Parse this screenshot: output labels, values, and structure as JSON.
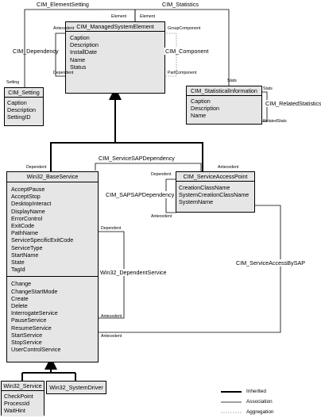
{
  "classes": {
    "managed": {
      "name": "CIM_ManagedSystemElement",
      "props": [
        "Caption",
        "Description",
        "InstallDate",
        "Name",
        "Status"
      ]
    },
    "setting": {
      "name": "CIM_Setting",
      "props": [
        "Caption",
        "Description",
        "SettingID"
      ]
    },
    "statinfo": {
      "name": "CIM_StatisticalInformation",
      "props": [
        "Caption",
        "Description",
        "Name"
      ]
    },
    "base": {
      "name": "Win32_BaseService",
      "props": [
        "AcceptPause",
        "AcceptStop",
        "DesktopInteract",
        "DisplayName",
        "ErrorControl",
        "ExitCode",
        "PathName",
        "ServiceSpecificExitCode",
        "ServiceType",
        "StartName",
        "State",
        "TagId"
      ],
      "methods": [
        "Change",
        "ChangeStartMode",
        "Create",
        "Delete",
        "InterrogateService",
        "PauseService",
        "ResumeService",
        "StartService",
        "StopService",
        "UserControlService"
      ]
    },
    "sap": {
      "name": "CIM_ServiceAccessPoint",
      "props": [
        "CreationClassName",
        "SystemCreationClassName",
        "SystemName"
      ]
    },
    "service": {
      "name": "Win32_Service",
      "props": [
        "CheckPoint",
        "ProcessId",
        "WaitHint"
      ]
    },
    "driver": {
      "name": "Win32_SystemDriver"
    }
  },
  "relations": {
    "element_setting": "CIM_ElementSetting",
    "statistics": "CIM_Statistics",
    "dependency": "CIM_Dependency",
    "component": "CIM_Component",
    "related_statistics": "CIM_RelatedStatistics",
    "service_sap_dependency": "CIM_ServiceSAPDependency",
    "sap_sap_dependency": "CIM_SAPSAPDependency",
    "dependent_service": "Win32_DependentService",
    "service_access_by_sap": "CIM_ServiceAccessBySAP"
  },
  "roles": {
    "element": "Element",
    "setting": "Setting",
    "antecedent": "Antecedent",
    "dependent": "Dependent",
    "group_component": "GroupComponent",
    "part_component": "PartComponent",
    "stats": "Stats",
    "related_stats": "RelatedStats"
  },
  "legend": {
    "inherited": "Inherited",
    "association": "Association",
    "aggregation": "Aggregation"
  }
}
